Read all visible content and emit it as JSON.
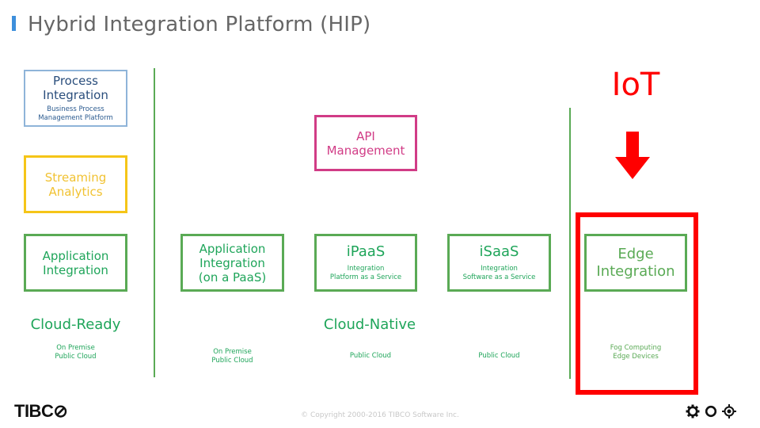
{
  "header": {
    "title": "Hybrid Integration Platform (HIP)",
    "accent_color": "#3d8fdc"
  },
  "boxes": {
    "process_integration": {
      "title": "Process\nIntegration",
      "subtitle": "Business Process\nManagement Platform",
      "color": "#8fb4d9"
    },
    "streaming_analytics": {
      "title": "Streaming\nAnalytics",
      "color": "#f5c518"
    },
    "application_integration": {
      "title": "Application\nIntegration",
      "color": "#5aaa55"
    },
    "application_integration_paas": {
      "title": "Application\nIntegration\n(on a PaaS)",
      "color": "#5aaa55"
    },
    "api_management": {
      "title": "API\nManagement",
      "color": "#d13c86"
    },
    "ipaas": {
      "title": "iPaaS",
      "subtitle": "Integration\nPlatform as a Service",
      "color": "#5aaa55"
    },
    "isaas": {
      "title": "iSaaS",
      "subtitle": "Integration\nSoftware as a Service",
      "color": "#5aaa55"
    },
    "edge_integration": {
      "title": "Edge\nIntegration",
      "color": "#5aaa55"
    }
  },
  "sections": {
    "cloud_ready": "Cloud-Ready",
    "cloud_native": "Cloud-Native"
  },
  "notes": {
    "cloud_ready_deploy": "On Premise\nPublic Cloud",
    "paas_deploy": "On Premise\nPublic Cloud",
    "ipaas_deploy": "Public Cloud",
    "isaas_deploy": "Public Cloud",
    "edge_deploy": "Fog Computing\nEdge Devices"
  },
  "iot": {
    "label": "IoT",
    "color": "#ff0000",
    "arrow_icon": "down-arrow-icon"
  },
  "footer": {
    "logo": "TIBC⊘",
    "copyright": "© Copyright 2000-2016 TIBCO Software Inc.",
    "icons": [
      "gear-icon",
      "circle-icon",
      "crosshair-icon"
    ]
  }
}
